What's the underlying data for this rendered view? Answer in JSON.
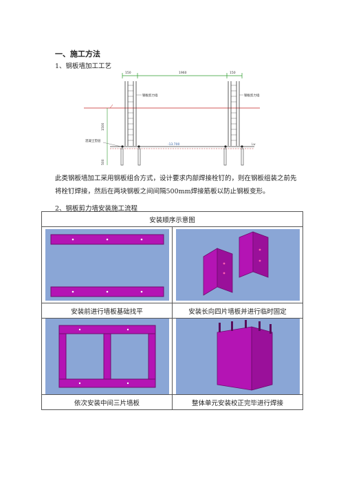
{
  "heading": "一、施工方法",
  "subheading_1": "1、钢板墙加工工艺",
  "paragraph": "此类钢板墙加工采用钢板组合方式，设计要求内部焊接栓钉的，则在钢板组装之前先将栓钉焊接，然后在两块钢板之间间隔500mm焊接筋板以防止钢板变形。",
  "subheading_2": "2、钢板剪力墙安装施工流程",
  "drawing": {
    "dim_top_left": "150",
    "dim_top_mid": "1960",
    "dim_top_right": "150",
    "dim_left_vertical": "1500",
    "dim_left_bottom": "500",
    "label_left": "钢板剪力墙",
    "label_right": "钢板剪力墙",
    "label_base": "混凝土垫层",
    "elevation": "-13.700",
    "level_mark": "Lw"
  },
  "table": {
    "header": "安装顺序示意图",
    "captions": [
      "安装前进行墙板基础找平",
      "安装长向四片墙板并进行临时固定",
      "依次安装中间三片墙板",
      "整体单元安装校正完毕进行焊接"
    ]
  },
  "colors": {
    "wall": "#b414b4",
    "bg_blue": "#8aa6d6",
    "steel_edge": "#6e0d6e"
  }
}
